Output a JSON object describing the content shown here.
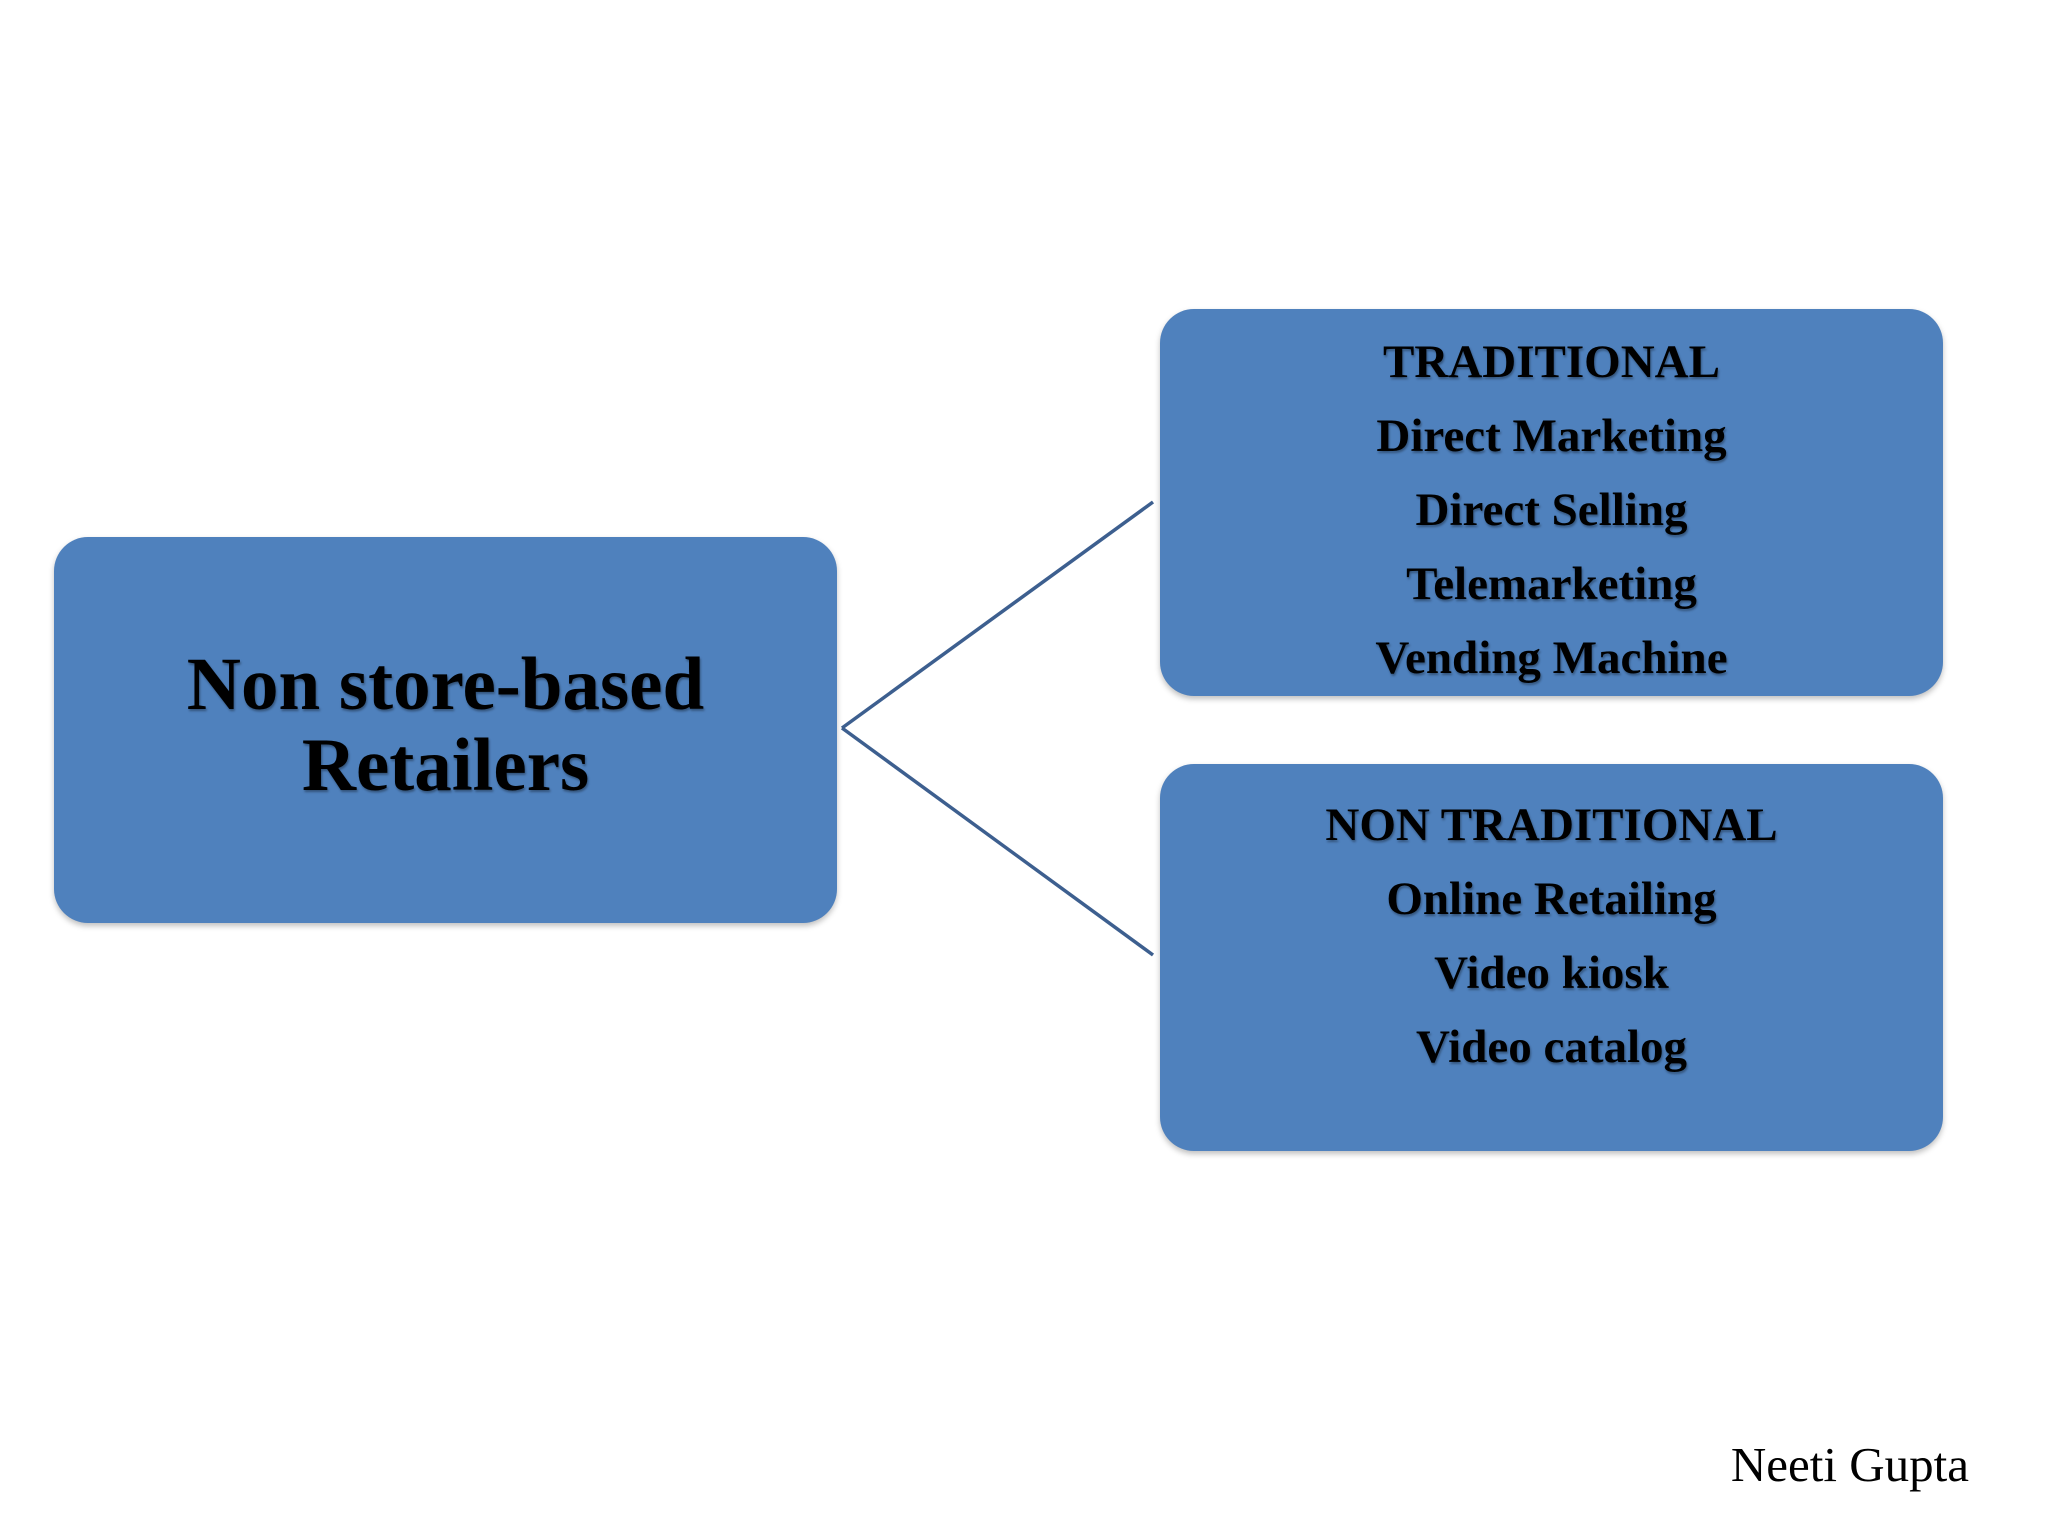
{
  "diagram": {
    "root": {
      "lines": [
        "Non store-based",
        "Retailers"
      ]
    },
    "children": [
      {
        "heading": "TRADITIONAL",
        "items": [
          "Direct Marketing",
          "Direct Selling",
          "Telemarketing",
          "Vending Machine"
        ]
      },
      {
        "heading": "NON TRADITIONAL",
        "items": [
          "Online Retailing",
          "Video kiosk",
          "Video catalog"
        ]
      }
    ]
  },
  "footer": {
    "author": "Neeti Gupta"
  },
  "colors": {
    "box_fill": "#4f81bd",
    "connector": "#3d5f8f",
    "text": "#000000",
    "background": "#ffffff"
  }
}
